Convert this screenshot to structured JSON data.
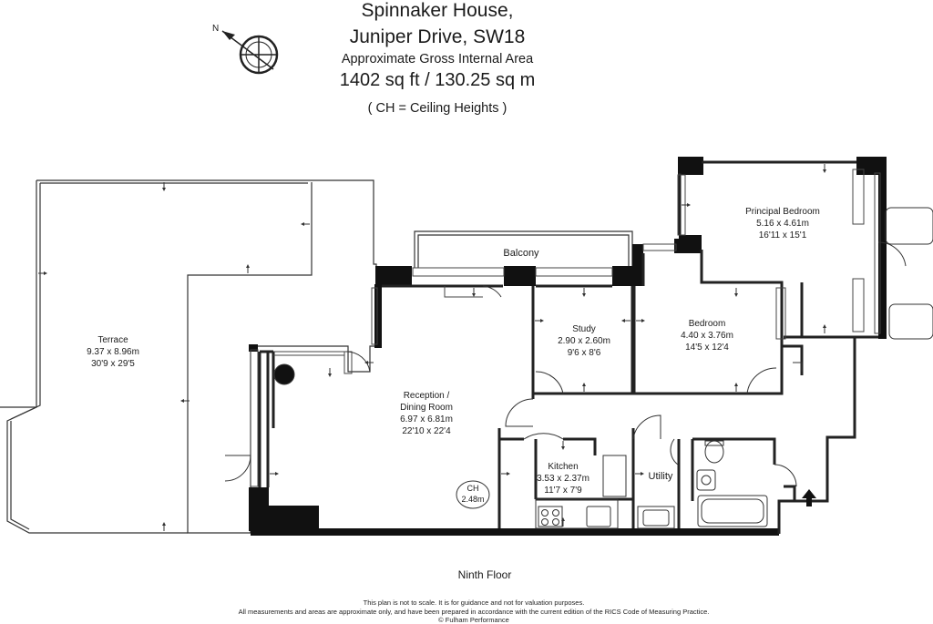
{
  "header": {
    "building": "Spinnaker House,",
    "address": "Juniper Drive, SW18",
    "area_label": "Approximate Gross Internal Area",
    "area_value": "1402 sq ft / 130.25 sq m",
    "ceiling_note": "( CH = Ceiling Heights )"
  },
  "rooms": {
    "terrace": {
      "name": "Terrace",
      "metric": "9.37 x 8.96m",
      "imperial": "30'9 x 29'5"
    },
    "balcony": {
      "name": "Balcony"
    },
    "reception": {
      "name1": "Reception /",
      "name2": "Dining Room",
      "metric": "6.97 x 6.81m",
      "imperial": "22'10 x 22'4"
    },
    "study": {
      "name": "Study",
      "metric": "2.90 x 2.60m",
      "imperial": "9'6 x 8'6"
    },
    "bedroom": {
      "name": "Bedroom",
      "metric": "4.40 x 3.76m",
      "imperial": "14'5 x 12'4"
    },
    "principal": {
      "name": "Principal Bedroom",
      "metric": "5.16 x 4.61m",
      "imperial": "16'11 x 15'1"
    },
    "kitchen": {
      "name": "Kitchen",
      "metric": "3.53 x 2.37m",
      "imperial": "11'7 x 7'9"
    },
    "utility": {
      "name": "Utility"
    },
    "ceiling": {
      "label": "CH",
      "value": "2.48m"
    }
  },
  "floor_label": "Ninth Floor",
  "disclaimer": {
    "line1": "This plan is not to scale. It is for guidance and not for valuation purposes.",
    "line2": "All measurements and areas are approximate only, and have been prepared in accordance with the current edition of the RICS Code of Measuring Practice.",
    "line3": "© Fulham Performance"
  }
}
